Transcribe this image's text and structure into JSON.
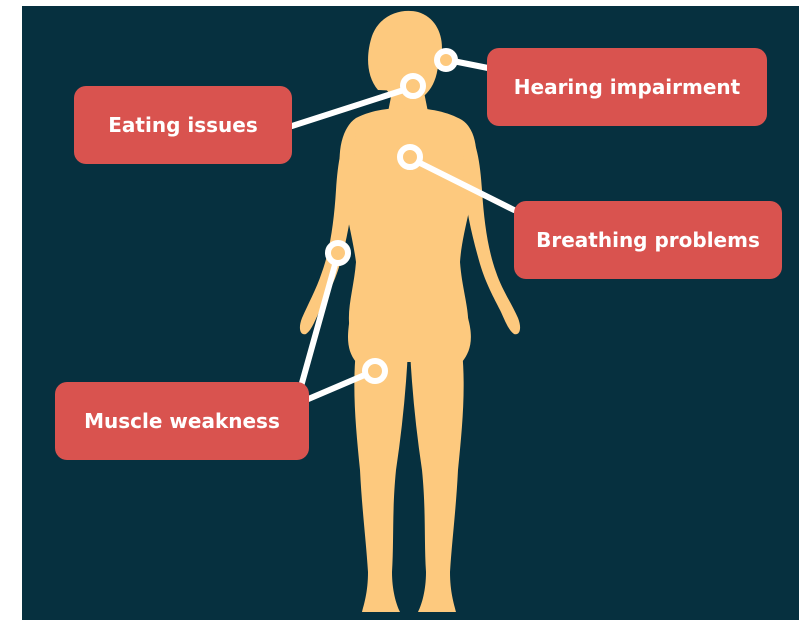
{
  "colors": {
    "background": "#06303f",
    "figure": "#fdc97e",
    "label_fill": "#d9534f",
    "marker": "#ffffff",
    "connector": "#ffffff"
  },
  "labels": {
    "hearing": "Hearing impairment",
    "eating": "Eating issues",
    "breathing": "Breathing problems",
    "muscle": "Muscle weakness"
  }
}
